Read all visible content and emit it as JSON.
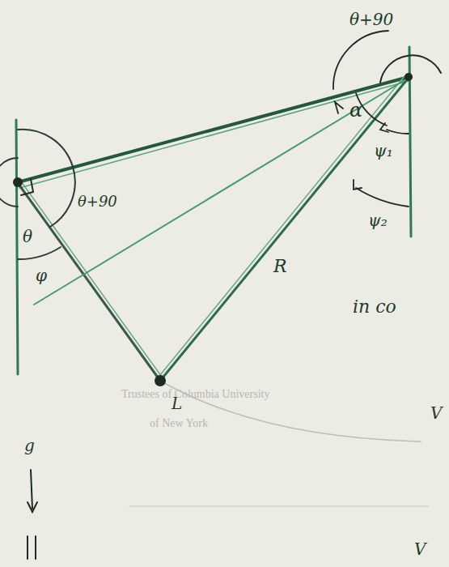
{
  "diagram": {
    "labels": [
      "θ+90",
      "α",
      "ψ₁",
      "ψ₂",
      "θ+90",
      "θ",
      "φ",
      "R",
      "L",
      "in co",
      "V",
      "V",
      "g",
      "Trustees of Columbia University",
      "of New York"
    ]
  }
}
